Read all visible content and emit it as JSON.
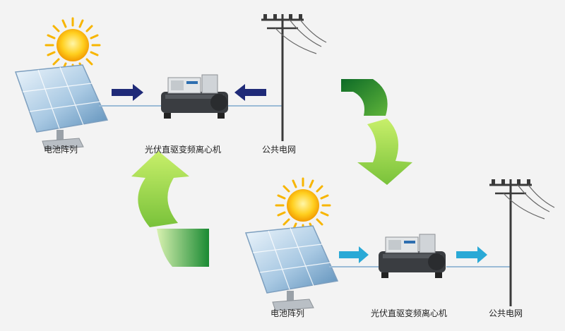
{
  "top_system": {
    "panel_label": "电池阵列",
    "chiller_label": "光伏直驱变频离心机",
    "grid_label": "公共电网",
    "arrow_color": "#1f2a78"
  },
  "bottom_system": {
    "panel_label": "电池阵列",
    "chiller_label": "光伏直驱变频离心机",
    "grid_label": "公共电网",
    "arrow_color": "#2aa9d6"
  },
  "cycle_arrow_colors": [
    "#0f7a2e",
    "#8dd43a"
  ],
  "icons": [
    "sun-icon",
    "solar-panel-icon",
    "chiller-unit-icon",
    "utility-pole-icon"
  ]
}
